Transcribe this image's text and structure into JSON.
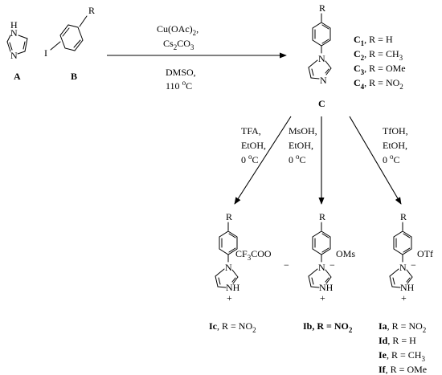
{
  "reactants": {
    "a": {
      "label": "A",
      "nh": "H",
      "n": "N"
    },
    "b": {
      "label": "B",
      "r": "R",
      "i": "I"
    }
  },
  "conditions_top": {
    "line1": "Cu(OAc)",
    "line1_sub": "2",
    "line1_tail": ",",
    "line2": "Cs",
    "line2_sub1": "2",
    "line2_mid": "CO",
    "line2_sub2": "3",
    "line3": "DMSO,",
    "line4": "110 ",
    "line4_sup": "o",
    "line4_tail": "C"
  },
  "product_c": {
    "label": "C",
    "r": "R",
    "n1": "N",
    "n2": "N",
    "variants": [
      {
        "name": "C",
        "sub": "1",
        "text": ", R = H"
      },
      {
        "name": "C",
        "sub": "2",
        "text": ", R = CH",
        "text_sub": "3"
      },
      {
        "name": "C",
        "sub": "3",
        "text": ", R = OMe"
      },
      {
        "name": "C",
        "sub": "4",
        "text": ", R = NO",
        "text_sub": "2"
      }
    ]
  },
  "conditions_left": {
    "line1": "TFA,",
    "line2": "EtOH,",
    "line3": "0 ",
    "line3_sup": "o",
    "line3_tail": "C"
  },
  "conditions_mid": {
    "line1": "MsOH,",
    "line2": "EtOH,",
    "line3": "0 ",
    "line3_sup": "o",
    "line3_tail": "C"
  },
  "conditions_right": {
    "line1": "TfOH,",
    "line2": "EtOH,",
    "line3": "0 ",
    "line3_sup": "o",
    "line3_tail": "C"
  },
  "salt_ic": {
    "r": "R",
    "n1": "N",
    "nh": "NH",
    "plus": "+",
    "anion": "CF",
    "anion_sub": "3",
    "anion_tail": "COO",
    "minus": "−",
    "caption_bold": "Ic",
    "caption": ", R = NO",
    "caption_sub": "2"
  },
  "salt_ib": {
    "r": "R",
    "n1": "N",
    "nh": "NH",
    "plus": "+",
    "anion": "OMs",
    "minus": "−",
    "caption": "Ib, R = NO",
    "caption_sub": "2"
  },
  "salt_ia": {
    "r": "R",
    "n1": "N",
    "nh": "NH",
    "plus": "+",
    "anion": "OTf",
    "minus": "−",
    "variants": [
      {
        "name": "Ia",
        "text": ", R = NO",
        "text_sub": "2"
      },
      {
        "name": "Id",
        "text": ", R = H"
      },
      {
        "name": "Ie",
        "text": ", R = CH",
        "text_sub": "3"
      },
      {
        "name": "If",
        "text": ", R = OMe"
      }
    ]
  }
}
